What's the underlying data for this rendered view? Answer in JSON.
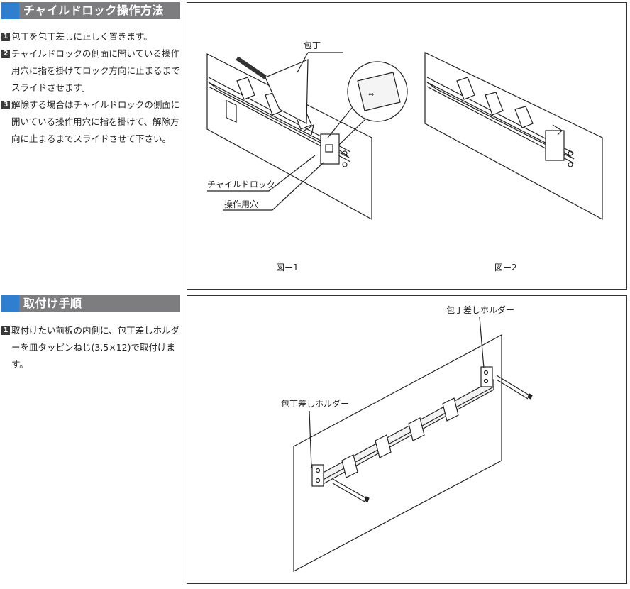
{
  "section1": {
    "title": "チャイルドロック操作方法",
    "steps": [
      {
        "num": "1",
        "text": "包丁を包丁差しに正しく置きます。"
      },
      {
        "num": "2",
        "text": "チャイルドロックの側面に開いている操作用穴に指を掛けてロック方向に止まるまでスライドさせます。"
      },
      {
        "num": "3",
        "text": "解除する場合はチャイルドロックの側面に開いている操作用穴に指を掛けて、解除方向に止まるまでスライドさせて下さい。"
      }
    ],
    "figure": {
      "label_knife": "包丁",
      "label_child_lock": "チャイルドロック",
      "label_hole": "操作用穴",
      "caption1": "図ー1",
      "caption2": "図ー2"
    }
  },
  "section2": {
    "title": "取付け手順",
    "steps": [
      {
        "num": "1",
        "text": "取付けたい前板の内側に、包丁差しホルダーを皿タッピンねじ(3.5×12)で取付けます。"
      }
    ],
    "figure": {
      "label_holder_right": "包丁差しホルダー",
      "label_holder_left": "包丁差しホルダー"
    }
  },
  "colors": {
    "header_bg": "#7d7d80",
    "header_accent": "#2f7fd1",
    "number_box": "#3a3a3a"
  }
}
